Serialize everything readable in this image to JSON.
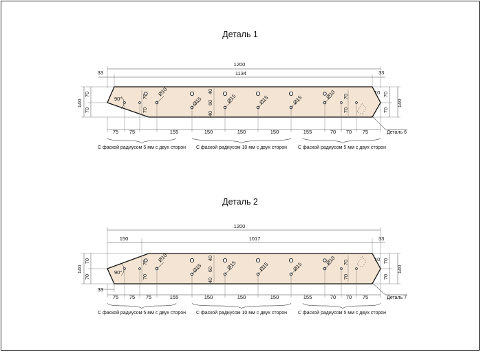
{
  "detail1": {
    "title": "Деталь 1",
    "total_length": "1200",
    "inner_length": "1134",
    "offset_left": "33",
    "offset_right": "33",
    "right_small": "10",
    "height": "140",
    "half_left_top": "70",
    "half_left_bottom": "70",
    "half_right_top": "70",
    "half_right_bottom": "70",
    "angle": "90°",
    "inner_top": "70",
    "inner_bottom": "70",
    "inner_right_top": "70",
    "inner_right_bottom": "70",
    "center_top": "40",
    "center_mid": "60",
    "center_bottom": "40",
    "holes": [
      "Ø10",
      "Ø15",
      "Ø15",
      "Ø15",
      "Ø15",
      "Ø10"
    ],
    "bottom_dims": [
      "75",
      "75",
      "155",
      "150",
      "150",
      "150",
      "155",
      "70",
      "70",
      "75"
    ],
    "part_label": "Деталь 6",
    "notes": [
      "С фаской радиусом 5 мм с двух сторон",
      "С фаской радиусом 10 мм с двух сторон",
      "С фаской радиусом 5 мм с двух сторон"
    ]
  },
  "detail2": {
    "title": "Деталь 2",
    "total_length": "1200",
    "inner_length": "1017",
    "offset_left": "150",
    "offset_right": "33",
    "offset_bottom_left": "33",
    "right_small": "10",
    "height": "140",
    "half_left_top": "70",
    "half_left_bottom": "70",
    "half_right_top": "70",
    "half_right_bottom": "70",
    "angle": "90°",
    "inner_top": "70",
    "inner_bottom": "70",
    "inner_right_top": "70",
    "inner_right_bottom": "70",
    "center_top": "40",
    "center_mid": "60",
    "center_bottom": "40",
    "holes": [
      "Ø10",
      "Ø15",
      "Ø15",
      "Ø15",
      "Ø15",
      "Ø10"
    ],
    "bottom_dims": [
      "75",
      "75",
      "75",
      "155",
      "150",
      "150",
      "150",
      "155",
      "70",
      "70",
      "75"
    ],
    "part_label": "Деталь 7",
    "notes": [
      "С фаской радиусом 5 мм с двух сторон",
      "С фаской радиусом 10 мм с двух сторон",
      "С фаской радиусом 5 мм с двух сторон"
    ]
  }
}
